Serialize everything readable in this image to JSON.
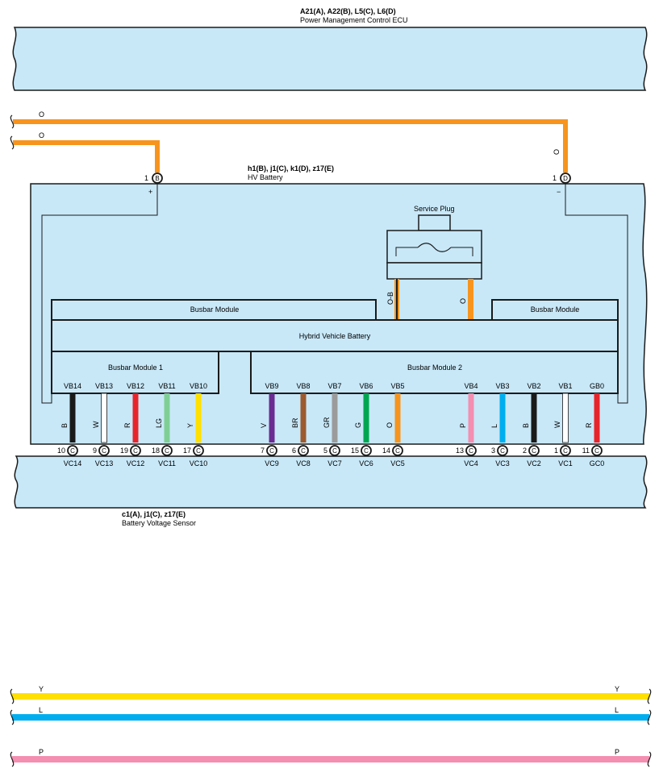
{
  "ecu": {
    "code": "A21(A), A22(B), L5(C), L6(D)",
    "name": "Power Management Control ECU"
  },
  "hv_battery": {
    "code": "h1(B), j1(C), k1(D), z17(E)",
    "name": "HV Battery",
    "plus_sign": "+",
    "minus_sign": "−"
  },
  "sensor": {
    "code": "c1(A), j1(C), z17(E)",
    "name": "Battery Voltage Sensor"
  },
  "service_plug": {
    "label": "Service Plug"
  },
  "busbar_left": {
    "label": "Busbar Module"
  },
  "busbar_right": {
    "label": "Busbar Module"
  },
  "hybrid_battery": {
    "label": "Hybrid Vehicle Battery"
  },
  "module1": {
    "label": "Busbar Module 1"
  },
  "module2": {
    "label": "Busbar Module 2"
  },
  "top_wires": {
    "wire1_color": "O",
    "wire2_color": "O",
    "right_drop_color": "O",
    "plug_left_color": "O-B",
    "plug_right_color": "O"
  },
  "pin_b": {
    "pin": "1",
    "letter": "B"
  },
  "pin_d": {
    "pin": "1",
    "letter": "D"
  },
  "wires": [
    {
      "term": "VB14",
      "color_code": "B",
      "color": "#1a1a1a",
      "pin": "10",
      "conn": "C",
      "sensor_term": "VC14"
    },
    {
      "term": "VB13",
      "color_code": "W",
      "color": "#ffffff",
      "pin": "9",
      "conn": "C",
      "sensor_term": "VC13"
    },
    {
      "term": "VB12",
      "color_code": "R",
      "color": "#e8242b",
      "pin": "19",
      "conn": "C",
      "sensor_term": "VC12"
    },
    {
      "term": "VB11",
      "color_code": "LG",
      "color": "#7fcf95",
      "pin": "18",
      "conn": "C",
      "sensor_term": "VC11"
    },
    {
      "term": "VB10",
      "color_code": "Y",
      "color": "#ffe000",
      "pin": "17",
      "conn": "C",
      "sensor_term": "VC10"
    },
    {
      "term": "VB9",
      "color_code": "V",
      "color": "#6a2c91",
      "pin": "7",
      "conn": "C",
      "sensor_term": "VC9"
    },
    {
      "term": "VB8",
      "color_code": "BR",
      "color": "#9c5a2e",
      "pin": "6",
      "conn": "C",
      "sensor_term": "VC8"
    },
    {
      "term": "VB7",
      "color_code": "GR",
      "color": "#9b9b9b",
      "pin": "5",
      "conn": "C",
      "sensor_term": "VC7"
    },
    {
      "term": "VB6",
      "color_code": "G",
      "color": "#00a650",
      "pin": "15",
      "conn": "C",
      "sensor_term": "VC6"
    },
    {
      "term": "VB5",
      "color_code": "O",
      "color": "#f7941d",
      "pin": "14",
      "conn": "C",
      "sensor_term": "VC5"
    },
    {
      "term": "VB4",
      "color_code": "P",
      "color": "#f48fb1",
      "pin": "13",
      "conn": "C",
      "sensor_term": "VC4"
    },
    {
      "term": "VB3",
      "color_code": "L",
      "color": "#00aeef",
      "pin": "3",
      "conn": "C",
      "sensor_term": "VC3"
    },
    {
      "term": "VB2",
      "color_code": "B",
      "color": "#1a1a1a",
      "pin": "2",
      "conn": "C",
      "sensor_term": "VC2"
    },
    {
      "term": "VB1",
      "color_code": "W",
      "color": "#ffffff",
      "pin": "1",
      "conn": "C",
      "sensor_term": "VC1"
    },
    {
      "term": "GB0",
      "color_code": "R",
      "color": "#e8242b",
      "pin": "11",
      "conn": "C",
      "sensor_term": "GC0"
    }
  ],
  "bottom_wires": [
    {
      "color_code": "Y",
      "color": "#ffe000"
    },
    {
      "color_code": "L",
      "color": "#00aeef"
    },
    {
      "color_code": "P",
      "color": "#f48fb1"
    }
  ],
  "colors": {
    "panel": "#c8e8f8",
    "orange": "#f7941d",
    "line": "#1a1a1a"
  }
}
